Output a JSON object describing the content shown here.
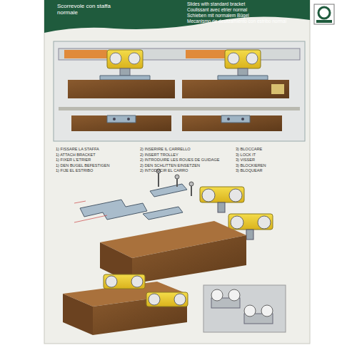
{
  "diagram": {
    "title": "Scorrevole con staffa normale",
    "labels": [
      "Slides with standard bracket",
      "Coulissant avec etrier normal",
      "Schieben mit normalem Bügel",
      "Mecanismo de deslizamiento con estribo normal",
      "1) FISSARE LA STAFFA",
      "1) ATTACH BRACKET",
      "1) FIXER L'ETRIER",
      "1) DEN BUGEL BEFESTIGEN",
      "1) FIJE EL ESTRIBO",
      "2) INSERIRE IL CARRELLO",
      "2) INSERT TROLLEY",
      "2) INTRODUIRE LES ROUES DE GUIDAGE",
      "2) DEN SCHLITTEN EINSETZEN",
      "2) INTODUCIR EL CARRO",
      "3) BLOCCARE",
      "3) LOCK IT",
      "3) VISSER",
      "3) BLOCKIEREN",
      "3) BLOQUEAR"
    ]
  }
}
